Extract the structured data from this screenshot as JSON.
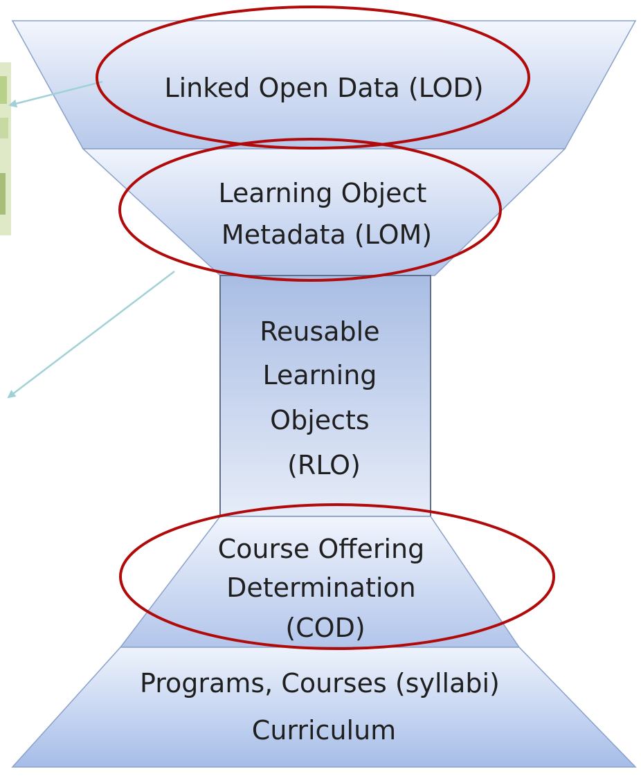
{
  "diagram": {
    "layers": {
      "lod": {
        "lines": [
          "Linked Open Data (LOD)"
        ]
      },
      "lom": {
        "lines": [
          "Learning Object",
          "Metadata (LOM)"
        ]
      },
      "rlo": {
        "lines": [
          "Reusable",
          "Learning",
          "Objects",
          "(RLO)"
        ]
      },
      "cod": {
        "lines": [
          "Course Offering",
          "Determination",
          "(COD)"
        ]
      },
      "base": {
        "lines": [
          "Programs, Courses (syllabi)",
          "Curriculum"
        ]
      }
    },
    "highlighted_layers": [
      "lod",
      "lom",
      "cod"
    ],
    "colors": {
      "ellipse": "#b00a0a",
      "arrow": "#9fd1d6",
      "shape_fill_light": "#eef3fc",
      "shape_fill_dark": "#a9bfe6",
      "shape_stroke": "#8aa0c8"
    }
  }
}
